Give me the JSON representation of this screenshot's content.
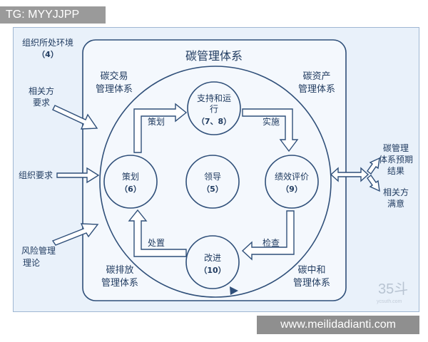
{
  "watermark_tag": "TG: MYYJJPP",
  "website": "www.meilidadianti.com",
  "logo_text": {
    "main": "35斗",
    "sub": "ycsuth.com"
  },
  "diagram": {
    "title": "碳管理体系",
    "corners": {
      "top_left": [
        "碳交易",
        "管理体系"
      ],
      "top_right": [
        "碳资产",
        "管理体系"
      ],
      "bottom_left": [
        "碳排放",
        "管理体系"
      ],
      "bottom_right": [
        "碳中和",
        "管理体系"
      ]
    },
    "nodes": {
      "support": {
        "label_lines": [
          "支持和运",
          "行"
        ],
        "num": "（7、8）"
      },
      "plan": {
        "label": "策划",
        "num": "（6）"
      },
      "leader": {
        "label": "领导",
        "num": "（5）"
      },
      "eval": {
        "label": "绩效评价",
        "num": "（9）"
      },
      "improve": {
        "label": "改进",
        "num": "（10）"
      }
    },
    "arrows": {
      "plan_to_support": "策划",
      "support_to_eval": "实施",
      "eval_to_improve": "检查",
      "improve_to_plan": "处置"
    },
    "inputs": {
      "context": [
        "组织所处环境",
        "（4）"
      ],
      "parties": [
        "相关方",
        "要求"
      ],
      "org_req": "组织要求",
      "risk": [
        "风险管理",
        "理论"
      ]
    },
    "outputs": {
      "results": [
        "碳管理",
        "体系预期",
        "结果"
      ],
      "satisfaction": [
        "相关方",
        "满意"
      ]
    }
  }
}
